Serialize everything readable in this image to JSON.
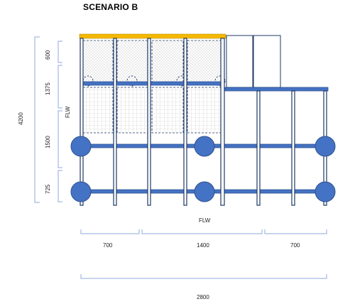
{
  "title": "SCENARIO B",
  "flw_label": "FLW",
  "vertical_dimensions": {
    "total": "4200",
    "segments": [
      "600",
      "1375",
      "1500",
      "725"
    ]
  },
  "horizontal_dimensions": {
    "segments": [
      "700",
      "1400",
      "700"
    ],
    "total": "2800"
  },
  "colors": {
    "beam": "#4472c4",
    "beam_outline": "#2f528f",
    "column_outline": "#1f3864",
    "top_cap": "#f5b800",
    "dimension_line": "#8faadc",
    "node": "#4472c4"
  }
}
